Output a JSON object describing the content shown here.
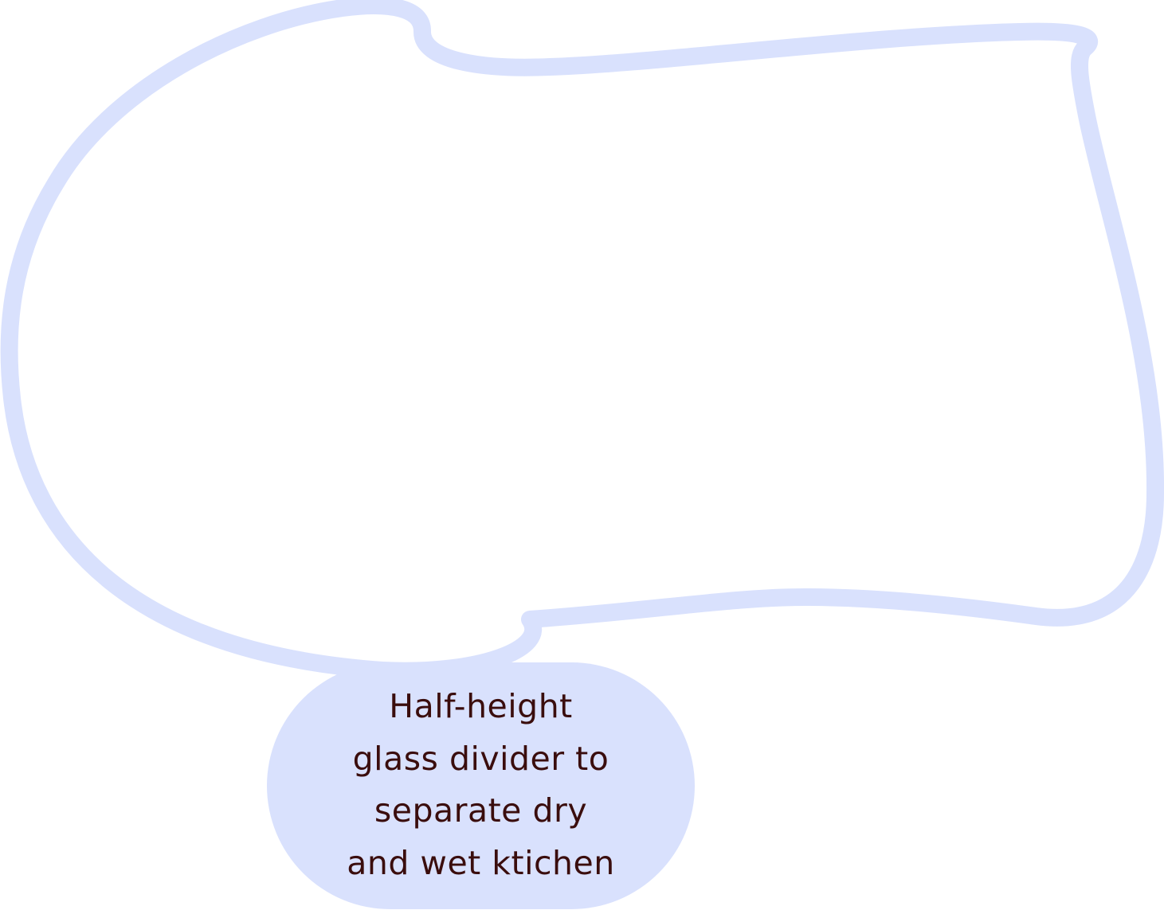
{
  "colors": {
    "background": "#ffffff",
    "outline": "#d9e1fd",
    "label_fill": "#d9e1fd",
    "label_text": "#3a0d0d"
  },
  "callout": {
    "lines": [
      "Half-height",
      "glass divider to",
      "separate dry",
      "and wet ktichen"
    ]
  }
}
